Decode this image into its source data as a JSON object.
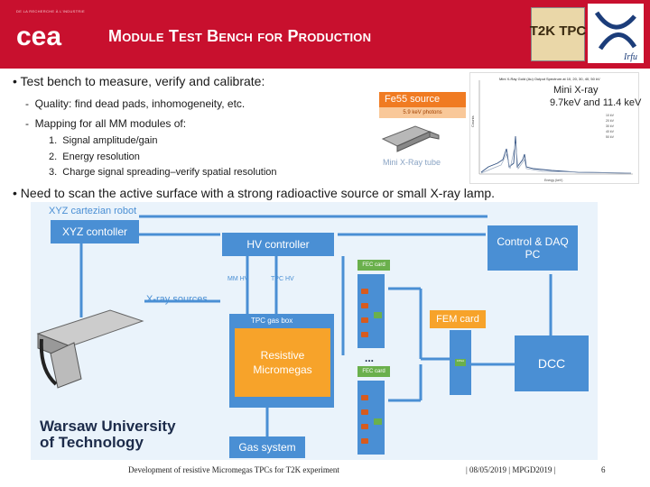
{
  "header": {
    "org_small": "DE LA RECHERCHE À L'INDUSTRIE",
    "org_logo": "cea",
    "title": "Module Test Bench for Production",
    "logo_left": "T2K TPC",
    "logo_right": "Irfu"
  },
  "body": {
    "bullet1": "Test bench to measure, verify and calibrate:",
    "sub1": "Quality: find dead pads, inhomogeneity, etc.",
    "sub2": "Mapping for all MM modules of:",
    "numbered": [
      "Signal amplitude/gain",
      "Energy resolution",
      "Charge signal spreading–verify spatial resolution"
    ],
    "bullet2": "Need to scan the active surface with a strong radioactive source or small X-ray lamp."
  },
  "source_image": {
    "tag": "Fe55 source",
    "sub": "5.9 keV photons",
    "tube_label": "Mini X-Ray tube"
  },
  "spectrum": {
    "title": "Mini X-Ray Gold (Au) Output Spectrum at 10, 20, 30, 40, 50 kV",
    "label_main": "Mini X-ray",
    "label_energies": "9.7keV and 11.4 keV",
    "ylabel": "Counts",
    "xlabel": "Energy (keV)",
    "legend": [
      "10 kV",
      "20 kV",
      "30 kV",
      "40 kV",
      "50 kV"
    ]
  },
  "diagram": {
    "robot": "XYZ cartezian robot",
    "xyz_controller": "XYZ contoller",
    "hv_controller": "HV controller",
    "control_daq": "Control & DAQ PC",
    "fec_card": "FEC card",
    "mm_hv": "MM HV",
    "tpc_hv": "TPC HV",
    "xray_sources": "X-ray sources",
    "tpc_gas_box": "TPC gas box",
    "resistive": "Resistive Micromegas",
    "fem_card": "FEM card",
    "dcc": "DCC",
    "gas_system": "Gas system",
    "dots": "...",
    "fpga": "FPGA",
    "university": "Warsaw University of Technology"
  },
  "footer": {
    "left": "Development of resistive Micromegas TPCs for T2K experiment",
    "right": "| 08/05/2019 | MPGD2019 |",
    "page": "6"
  },
  "colors": {
    "header": "#c8102e",
    "diagram_blue": "#4a8fd4",
    "diagram_green": "#6ab04c",
    "diagram_orange": "#f7a32a"
  }
}
